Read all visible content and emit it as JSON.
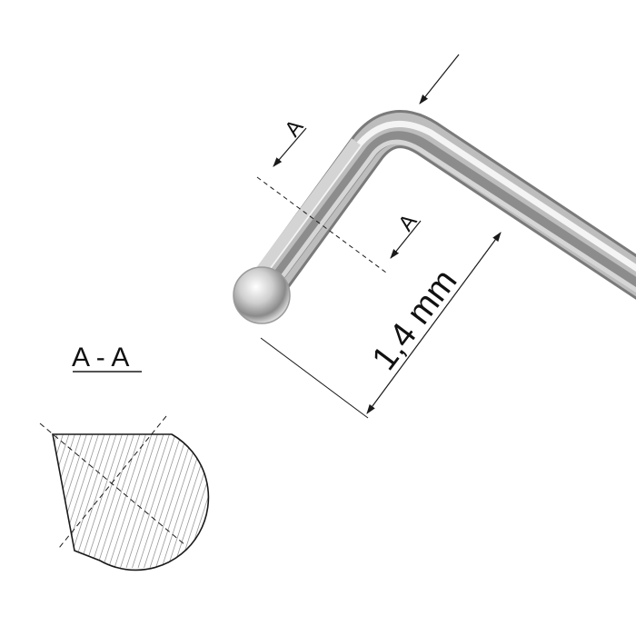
{
  "section_title": "A - A",
  "section_marker_upper": "A",
  "section_marker_lower": "A",
  "dimension_label": "1,4 mm",
  "colors": {
    "line": "#1a1a1a",
    "hatch": "#888888",
    "metal_dark": "#6e6e6e",
    "metal_light": "#e8e8e8"
  }
}
